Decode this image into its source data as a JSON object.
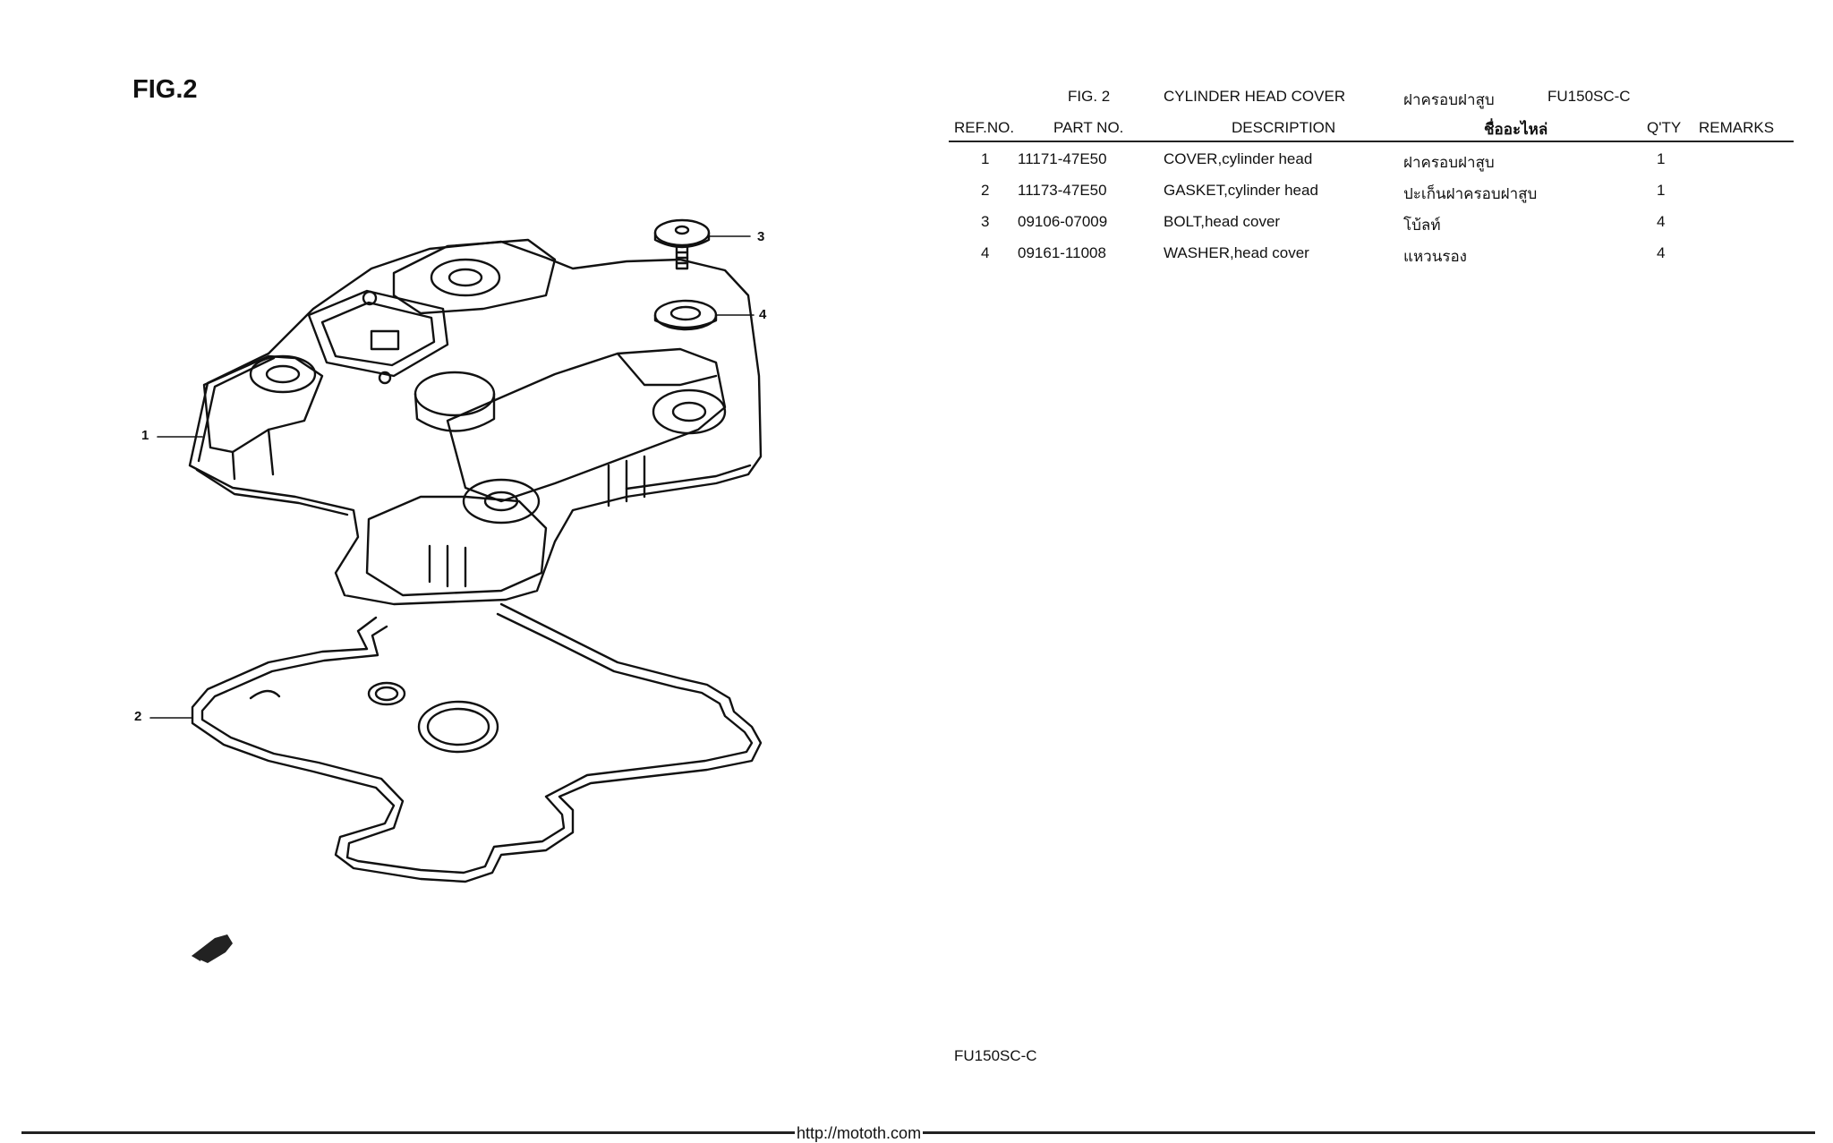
{
  "figure": {
    "title": "FIG.2",
    "callouts": [
      "1",
      "2",
      "3",
      "4"
    ],
    "fwd_label": "FWD"
  },
  "table": {
    "heading": {
      "fig": "FIG. 2",
      "name_en": "CYLINDER HEAD COVER",
      "name_th": "ฝาครอบฝาสูบ",
      "model": "FU150SC-C"
    },
    "columns": {
      "ref": "REF.NO.",
      "part": "PART NO.",
      "desc": "DESCRIPTION",
      "thai": "ชื่ออะไหล่",
      "qty": "Q'TY",
      "remarks": "REMARKS"
    },
    "rows": [
      {
        "ref": "1",
        "part": "11171-47E50",
        "desc": "COVER,cylinder head",
        "thai": "ฝาครอบฝาสูบ",
        "qty": "1",
        "remarks": ""
      },
      {
        "ref": "2",
        "part": "11173-47E50",
        "desc": "GASKET,cylinder head",
        "thai": "ปะเก็นฝาครอบฝาสูบ",
        "qty": "1",
        "remarks": ""
      },
      {
        "ref": "3",
        "part": "09106-07009",
        "desc": "BOLT,head cover",
        "thai": "โบ้ลท์",
        "qty": "4",
        "remarks": ""
      },
      {
        "ref": "4",
        "part": "09161-11008",
        "desc": "WASHER,head cover",
        "thai": "แหวนรอง",
        "qty": "4",
        "remarks": ""
      }
    ]
  },
  "footer": {
    "model": "FU150SC-C",
    "url": "http://mototh.com"
  }
}
